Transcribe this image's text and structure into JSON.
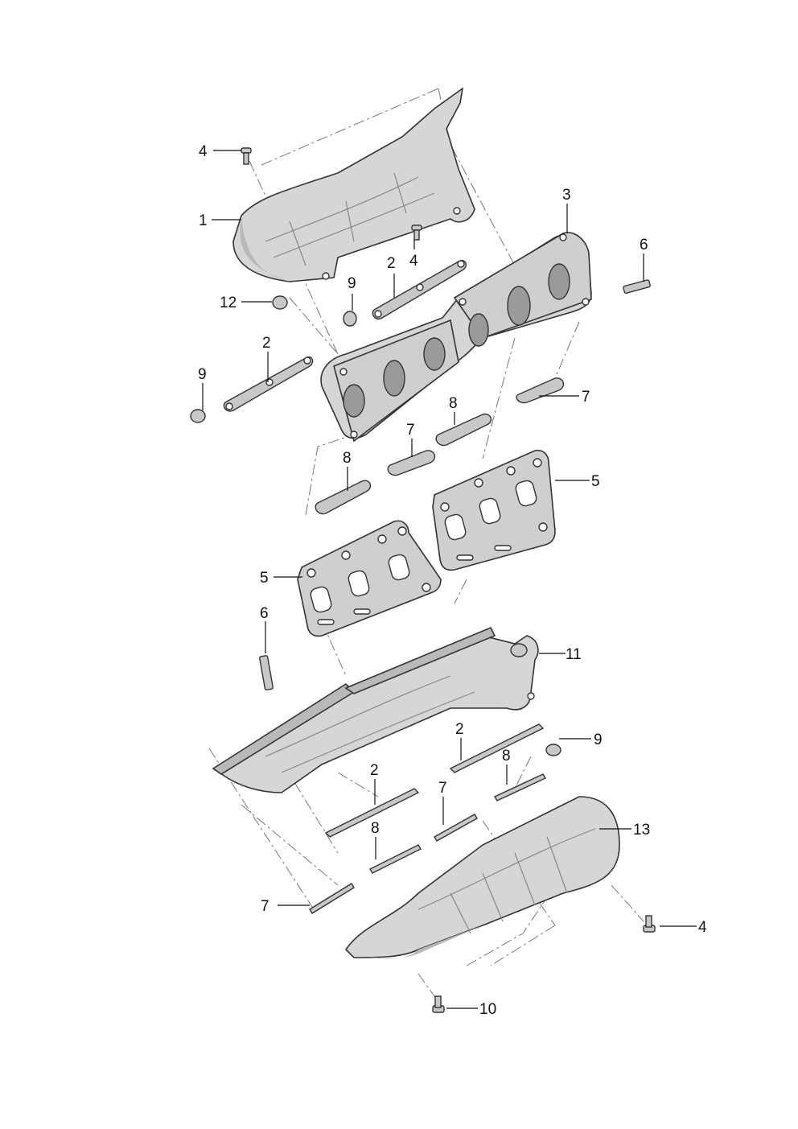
{
  "callouts": {
    "c1": "1",
    "c2a": "2",
    "c2b": "2",
    "c2c": "2",
    "c2d": "2",
    "c3": "3",
    "c4a": "4",
    "c4b": "4",
    "c4c": "4",
    "c5a": "5",
    "c5b": "5",
    "c6a": "6",
    "c6b": "6",
    "c7a": "7",
    "c7b": "7",
    "c7c": "7",
    "c7d": "7",
    "c8a": "8",
    "c8b": "8",
    "c8c": "8",
    "c8d": "8",
    "c9a": "9",
    "c9b": "9",
    "c9c": "9",
    "c10": "10",
    "c11": "11",
    "c12": "12",
    "c13": "13"
  }
}
